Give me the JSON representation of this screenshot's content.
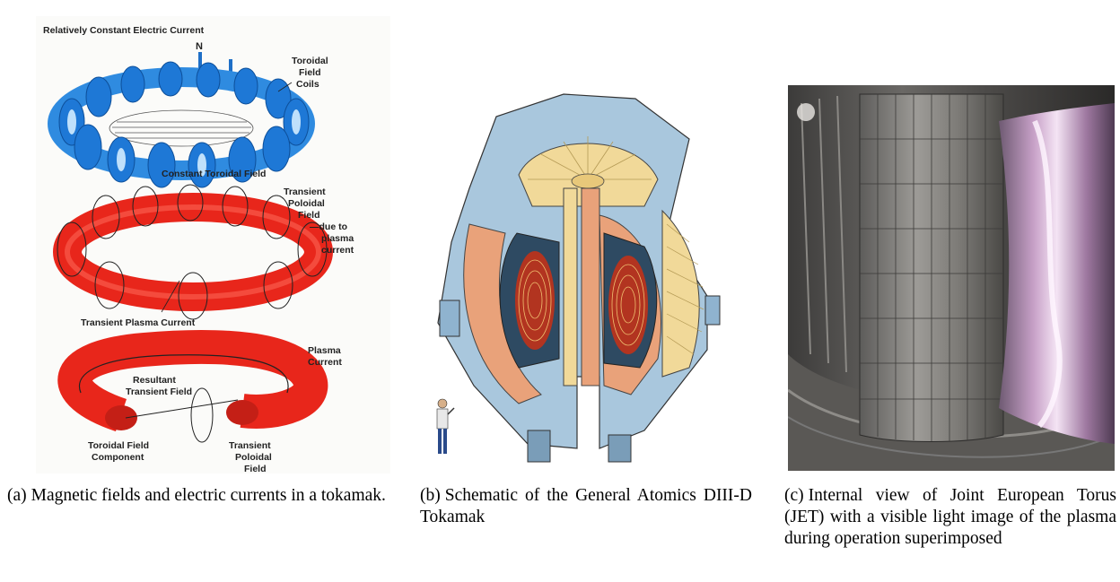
{
  "figure_a": {
    "labels": {
      "top_current": "Relatively Constant Electric Current",
      "n_marker": "N",
      "toroidal_field_coils": [
        "Toroidal",
        "Field",
        "Coils"
      ],
      "constant_toroidal_field": "Constant Toroidal Field",
      "transient_poloidal": [
        "Transient",
        "Poloidal",
        "Field"
      ],
      "due_to": [
        "—due to",
        "plasma",
        "current"
      ],
      "transient_plasma_current": "Transient Plasma Current",
      "plasma_current": [
        "Plasma",
        "Current"
      ],
      "resultant": [
        "Resultant",
        "Transient Field"
      ],
      "toroidal_component": [
        "Toroidal Field",
        "Component"
      ],
      "transient_poloidal_2": [
        "Transient",
        "Poloidal",
        "Field"
      ]
    },
    "caption_tag": "(a)",
    "caption_text": "Magnetic fields and electric currents in a tokamak."
  },
  "figure_b": {
    "caption_tag": "(b)",
    "caption_text": "Schematic of the General Atomics DIII-D Tokamak"
  },
  "figure_c": {
    "caption_tag": "(c)",
    "caption_text": "Internal view of Joint European Torus (JET) with a visible light image of the plasma during operation superimposed"
  },
  "colors": {
    "coil_blue": "#2f8be0",
    "plasma_red": "#e8261b",
    "tokamak_orange": "#e9a27a",
    "tokamak_blue": "#a9c7dd",
    "coil_yellow": "#f1d999",
    "jet_purple": "#a87aa8"
  }
}
